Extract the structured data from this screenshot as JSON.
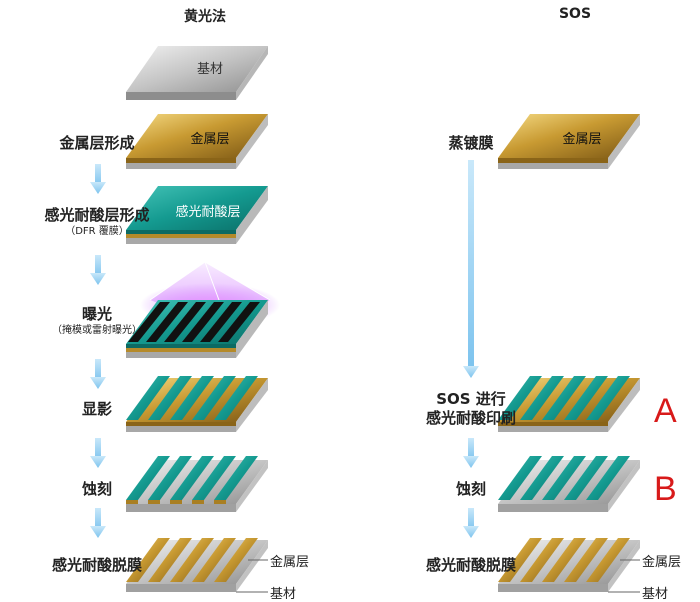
{
  "left_title": "黄光法",
  "right_title": "SOS",
  "left_steps": [
    {
      "label": "金属层形成",
      "sub": ""
    },
    {
      "label": "感光耐酸层形成",
      "sub": "（DFR 覆膜）"
    },
    {
      "label": "曝光",
      "sub": "（掩模或雷射曝光）"
    },
    {
      "label": "显影",
      "sub": ""
    },
    {
      "label": "蚀刻",
      "sub": ""
    },
    {
      "label": "感光耐酸脱膜",
      "sub": ""
    }
  ],
  "right_steps": [
    {
      "label": "蒸镀膜",
      "sub": ""
    },
    {
      "label": "SOS 进行",
      "sub": ""
    },
    {
      "label": "感光耐酸印刷",
      "sub": ""
    },
    {
      "label": "蚀刻",
      "sub": ""
    },
    {
      "label": "感光耐酸脱膜",
      "sub": ""
    }
  ],
  "plate_labels": {
    "base": "基材",
    "metal": "金属层",
    "resist": "感光耐酸层",
    "metal_right": "金属层"
  },
  "annotations": {
    "a": "A",
    "b": "B",
    "metal_callout_left": "金属层",
    "base_callout_left": "基材",
    "metal_callout_right": "金属层",
    "base_callout_right": "基材"
  },
  "colors": {
    "arrow": "#9fd3f2",
    "gold": "#c9a23a",
    "teal": "#1aa39a",
    "silver": "#c8c8c8",
    "letter_red": "#d81a1a"
  }
}
